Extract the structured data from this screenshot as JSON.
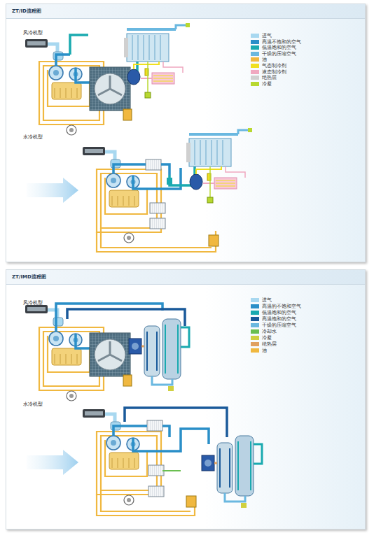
{
  "diagram": {
    "nodes": [
      {
        "text": [
          "ZT/ID流程图"
        ]
      },
      {
        "text": [
          "ZT/IMD流程图"
        ]
      }
    ],
    "labels": [
      "风冷机型",
      "水冷机型",
      "风冷机型",
      "水冷机型"
    ],
    "legend": [
      {
        "text": "进气",
        "color": "#a8d8f0"
      },
      {
        "text": "高温不饱和的空气",
        "color": "#2a8fc8"
      },
      {
        "text": "低温饱和的空气",
        "color": "#1aaab0"
      },
      {
        "text": "干燥的压缩空气",
        "color": "#6ab8e0"
      },
      {
        "text": "油",
        "color": "#f0b840"
      },
      {
        "text": "气态制冷剂",
        "color": "#f0e020"
      },
      {
        "text": "液态制冷剂",
        "color": "#f0a8c0"
      },
      {
        "text": "绝热层",
        "color": "#d0d0d0"
      },
      {
        "text": "冷凝",
        "color": "#b8d830"
      },
      {
        "text": "进气",
        "color": "#a8d8f0"
      },
      {
        "text": "高温的不饱和空气",
        "color": "#2a8fc8"
      },
      {
        "text": "低温饱和的空气",
        "color": "#1aaab0"
      },
      {
        "text": "高温饱和的空气",
        "color": "#1a5a9a"
      },
      {
        "text": "干燥的压缩空气",
        "color": "#6ab8e0"
      },
      {
        "text": "冷却水",
        "color": "#6abf50"
      },
      {
        "text": "冷凝",
        "color": "#d0d040"
      },
      {
        "text": "绝热层",
        "color": "#e0a060"
      },
      {
        "text": "油",
        "color": "#f0b840"
      }
    ]
  }
}
